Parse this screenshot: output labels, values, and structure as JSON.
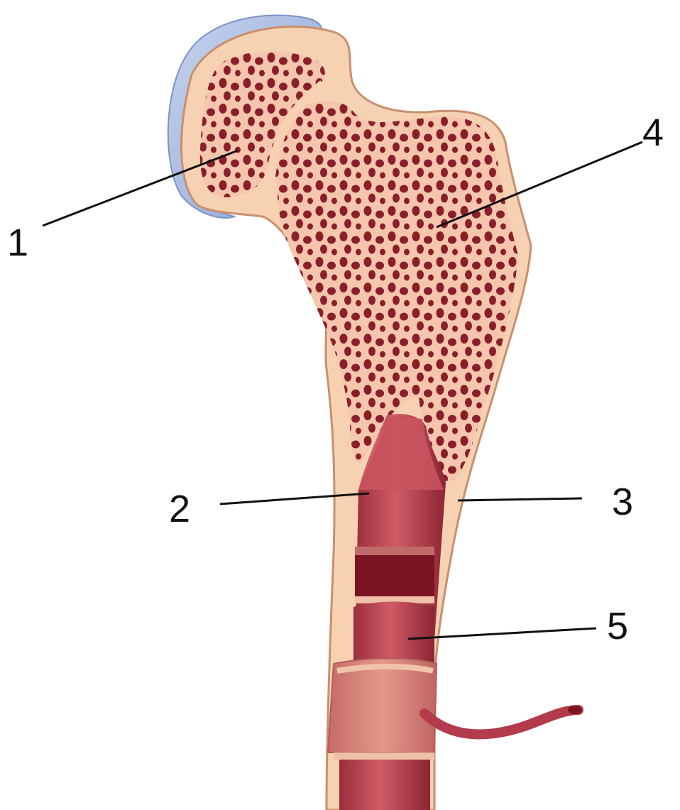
{
  "diagram": {
    "labels": [
      {
        "id": "1",
        "text": "1"
      },
      {
        "id": "2",
        "text": "2"
      },
      {
        "id": "3",
        "text": "3"
      },
      {
        "id": "4",
        "text": "4"
      },
      {
        "id": "5",
        "text": "5"
      }
    ]
  },
  "colors": {
    "background": "#ffffff",
    "cartilage": "#a9bce0",
    "cartilage_edge": "#7d93c7",
    "compact_bone": "#f6d2b2",
    "compact_bone_edge": "#c98f6f",
    "spongy_bone_bg": "#f5c6ad",
    "spongy_holes": "#8a1f2c",
    "marrow": "#b84755",
    "marrow_dark": "#7a1420",
    "periosteum": "#d88a6e",
    "vessel": "#b33b4b"
  }
}
